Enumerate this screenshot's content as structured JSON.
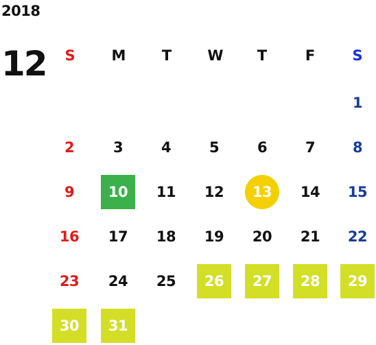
{
  "calendar": {
    "year": "2018",
    "month": "12",
    "weekdays": [
      "S",
      "M",
      "T",
      "W",
      "T",
      "F",
      "S"
    ],
    "colors": {
      "sunday": "#e01b1b",
      "saturday_header": "#1a2fd6",
      "saturday_day": "#1b3d93",
      "default": "#111111",
      "green_highlight": "#3cb04a",
      "yellow_circle": "#f5d000",
      "lime_highlight": "#d3de27"
    },
    "weeks": [
      [
        null,
        null,
        null,
        null,
        null,
        null,
        {
          "num": "1"
        }
      ],
      [
        {
          "num": "2"
        },
        {
          "num": "3"
        },
        {
          "num": "4"
        },
        {
          "num": "5"
        },
        {
          "num": "6"
        },
        {
          "num": "7"
        },
        {
          "num": "8"
        }
      ],
      [
        {
          "num": "9"
        },
        {
          "num": "10",
          "highlight": "green-square"
        },
        {
          "num": "11"
        },
        {
          "num": "12"
        },
        {
          "num": "13",
          "highlight": "yellow-circle"
        },
        {
          "num": "14"
        },
        {
          "num": "15"
        }
      ],
      [
        {
          "num": "16"
        },
        {
          "num": "17"
        },
        {
          "num": "18"
        },
        {
          "num": "19"
        },
        {
          "num": "20"
        },
        {
          "num": "21"
        },
        {
          "num": "22"
        }
      ],
      [
        {
          "num": "23"
        },
        {
          "num": "24"
        },
        {
          "num": "25"
        },
        {
          "num": "26",
          "highlight": "lime-square"
        },
        {
          "num": "27",
          "highlight": "lime-square"
        },
        {
          "num": "28",
          "highlight": "lime-square"
        },
        {
          "num": "29",
          "highlight": "lime-square"
        }
      ],
      [
        {
          "num": "30",
          "highlight": "lime-square"
        },
        {
          "num": "31",
          "highlight": "lime-square"
        },
        null,
        null,
        null,
        null,
        null
      ]
    ]
  }
}
